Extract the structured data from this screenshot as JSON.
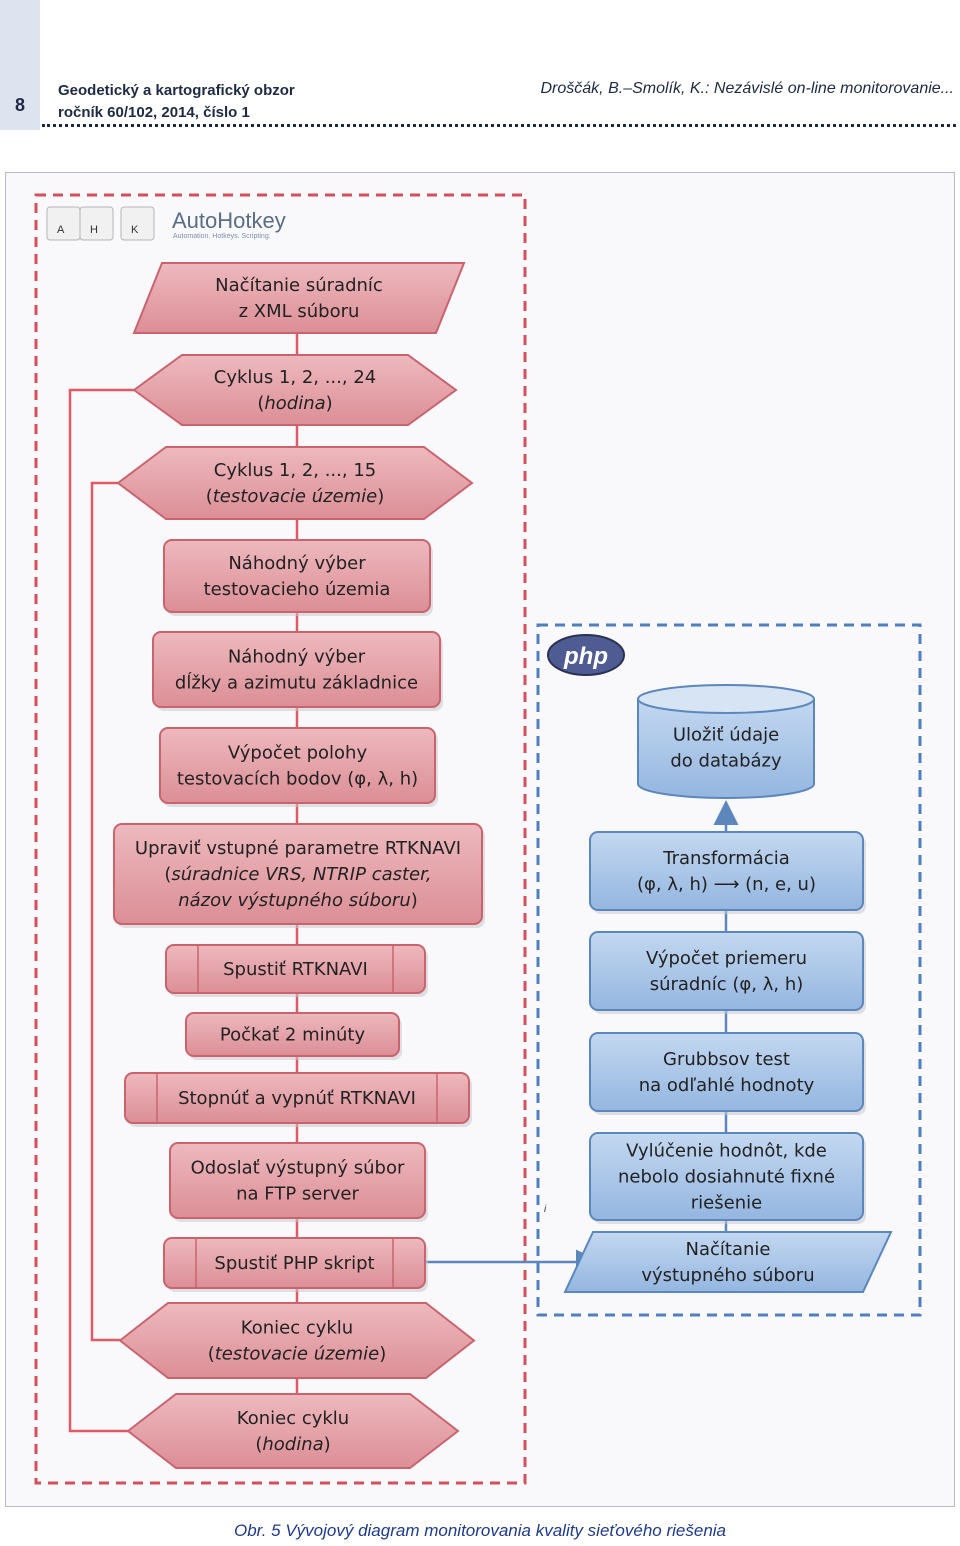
{
  "header": {
    "page_number": "8",
    "journal": "Geodetický a kartografický obzor",
    "issue": "ročník 60/102, 2014, číslo 1",
    "article": "Droščák, B.–Smolík, K.: Nezávislé on-line monitorovanie..."
  },
  "logos": {
    "ahk_keys": [
      "A",
      "H",
      "K"
    ],
    "autohotkey_title": "AutoHotkey",
    "autohotkey_tagline": "Automation. Hotkeys. Scripting.",
    "php": "php"
  },
  "colors": {
    "red_fill": "#e8a3aa",
    "red_border": "#c9646f",
    "blue_fill": "#a9c6e8",
    "blue_border": "#5b87bd",
    "flow_red": "#e05a66",
    "flow_blue": "#5b87bd"
  },
  "left_flow": [
    {
      "id": "nacitanie-suradnic",
      "shape": "parallelogram",
      "lines": [
        {
          "t": "Načítanie súradníc"
        },
        {
          "t": "z XML súboru"
        }
      ]
    },
    {
      "id": "cyklus-hodina",
      "shape": "hexagon",
      "lines": [
        {
          "t": "Cyklus 1, 2, ..., 24"
        },
        {
          "t": "(hodina)",
          "italic": "hodina"
        }
      ]
    },
    {
      "id": "cyklus-uzemie",
      "shape": "hexagon",
      "lines": [
        {
          "t": "Cyklus 1, 2, ..., 15"
        },
        {
          "t": "(testovacie územie)",
          "italic": "testovacie územie"
        }
      ]
    },
    {
      "id": "nahodny-vyber-uzemia",
      "shape": "rect",
      "lines": [
        {
          "t": "Náhodný výber"
        },
        {
          "t": "testovacieho územia"
        }
      ]
    },
    {
      "id": "nahodny-vyber-zakladnice",
      "shape": "rect",
      "lines": [
        {
          "t": "Náhodný výber"
        },
        {
          "t": "dĺžky a azimutu základnice"
        }
      ]
    },
    {
      "id": "vypocet-polohy",
      "shape": "rect",
      "lines": [
        {
          "t": "Výpočet polohy"
        },
        {
          "t": "testovacích bodov (φ, λ, h)"
        }
      ]
    },
    {
      "id": "upravit-parametre",
      "shape": "rect",
      "lines": [
        {
          "t": "Upraviť vstupné parametre RTKNAVI"
        },
        {
          "t": "(súradnice VRS, NTRIP caster,",
          "italic": "súradnice VRS, NTRIP caster,"
        },
        {
          "t": "názov výstupného súboru)",
          "italic": "názov výstupného súboru"
        }
      ]
    },
    {
      "id": "spustit-rtknavi",
      "shape": "process",
      "lines": [
        {
          "t": "Spustiť RTKNAVI"
        }
      ]
    },
    {
      "id": "pockat",
      "shape": "rect",
      "lines": [
        {
          "t": "Počkať 2 minúty"
        }
      ]
    },
    {
      "id": "stopnut-rtknavi",
      "shape": "process",
      "lines": [
        {
          "t": "Stopnúť a vypnúť RTKNAVI"
        }
      ]
    },
    {
      "id": "odoslat-subor",
      "shape": "rect",
      "lines": [
        {
          "t": "Odoslať výstupný súbor"
        },
        {
          "t": "na FTP server"
        }
      ]
    },
    {
      "id": "spustit-php",
      "shape": "process",
      "lines": [
        {
          "t": "Spustiť PHP skript"
        }
      ]
    },
    {
      "id": "koniec-uzemie",
      "shape": "hexagon",
      "lines": [
        {
          "t": "Koniec cyklu"
        },
        {
          "t": "(testovacie územie)",
          "italic": "testovacie územie"
        }
      ]
    },
    {
      "id": "koniec-hodina",
      "shape": "hexagon",
      "lines": [
        {
          "t": "Koniec cyklu"
        },
        {
          "t": "(hodina)",
          "italic": "hodina"
        }
      ]
    }
  ],
  "right_flow": [
    {
      "id": "ulozit-udaje",
      "shape": "cylinder",
      "lines": [
        {
          "t": "Uložiť údaje"
        },
        {
          "t": "do databázy"
        }
      ]
    },
    {
      "id": "transformacia",
      "shape": "rect",
      "lines": [
        {
          "t": "Transformácia"
        },
        {
          "t": "(φ, λ, h) ⟶ (n, e, u)"
        }
      ]
    },
    {
      "id": "vypocet-priemeru",
      "shape": "rect",
      "lines": [
        {
          "t": "Výpočet priemeru"
        },
        {
          "t": "súradníc (φ, λ, h)"
        }
      ]
    },
    {
      "id": "grubbsov-test",
      "shape": "rect",
      "lines": [
        {
          "t": "Grubbsov test"
        },
        {
          "t": "na odľahlé hodnoty"
        }
      ]
    },
    {
      "id": "vylucenie-hodnot",
      "shape": "rect",
      "lines": [
        {
          "t": "Vylúčenie hodnôt, kde"
        },
        {
          "t": "nebolo dosiahnuté fixné"
        },
        {
          "t": "riešenie"
        }
      ]
    },
    {
      "id": "nacitanie-vystupneho",
      "shape": "parallelogram",
      "lines": [
        {
          "t": "Načítanie"
        },
        {
          "t": "výstupného súboru"
        }
      ]
    }
  ],
  "stray_mark": "i",
  "caption": {
    "label": "Obr. 5",
    "text": "Vývojový diagram monitorovania kvality sieťového riešenia"
  }
}
